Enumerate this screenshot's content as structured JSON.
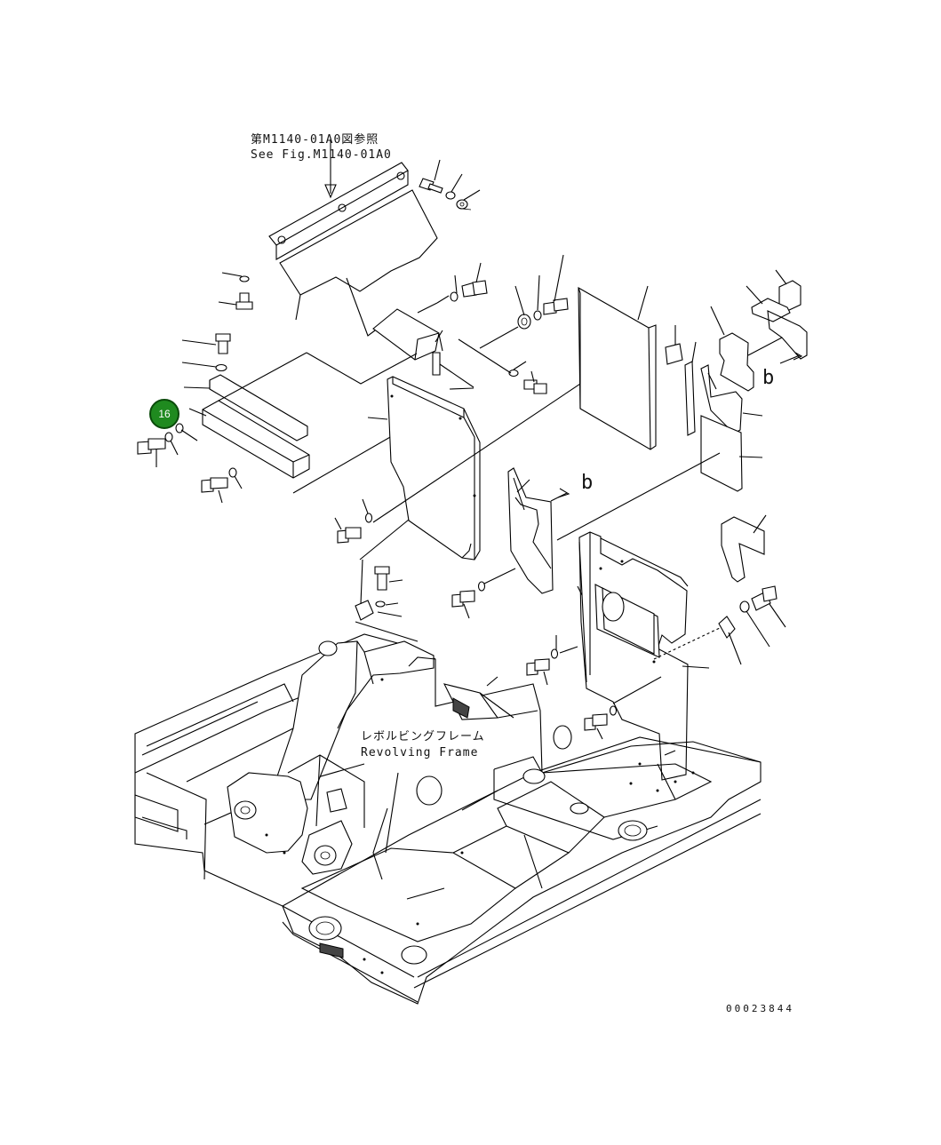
{
  "notes": {
    "ref_jp": "第M1140-01A0図参照",
    "ref_en": "See Fig.M1140-01A0",
    "frame_jp": "レボルビングフレーム",
    "frame_en": "Revolving Frame",
    "arrow_b1": "b",
    "arrow_b2": "b"
  },
  "callout": {
    "number": "16",
    "color": "#1f8a1f"
  },
  "document_number": "00023844"
}
